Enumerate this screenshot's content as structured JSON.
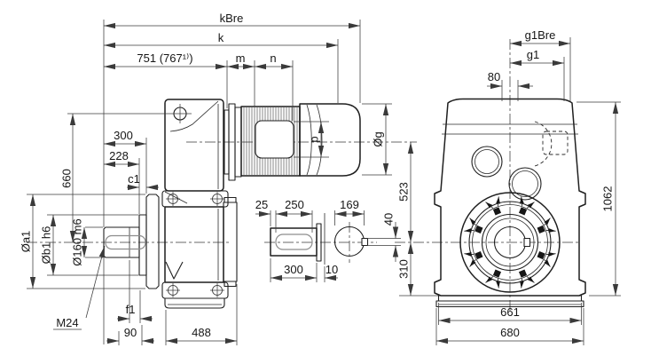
{
  "meta": {
    "background": "#ffffff",
    "line_color": "#1f1f1f",
    "dim_line_color": "#3a3a3a"
  },
  "sv": {
    "kbre": "kBre",
    "k": "k",
    "l751": "751 (767¹⁾)",
    "m": "m",
    "n": "n",
    "d300": "300",
    "d228": "228",
    "c1": "c1",
    "d660": "660",
    "oa1": "Øa1",
    "ob1": "Øb1 h6",
    "o160": "Ø160 m6",
    "m24": "M24",
    "f1": "f1",
    "d90": "90",
    "d488": "488",
    "p": "p",
    "og": "Øg"
  },
  "sd": {
    "d25": "25",
    "d250": "250",
    "d300": "300",
    "d10": "10",
    "d169": "169",
    "d40": "40"
  },
  "fv": {
    "g1bre": "g1Bre",
    "g1": "g1",
    "d80": "80",
    "d523": "523",
    "d310": "310",
    "d1062": "1062",
    "d661": "661",
    "d680": "680"
  }
}
